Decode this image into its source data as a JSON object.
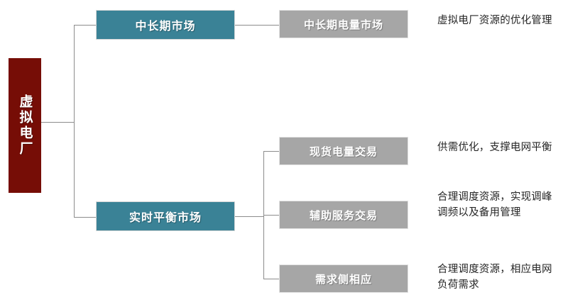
{
  "diagram": {
    "type": "hierarchy-tree",
    "colors": {
      "root": "#760D06",
      "level1": "#3A8296",
      "level2": "#A6A6A6",
      "connector": "#8C8C8C",
      "node_text": "#FFFFFF",
      "description_text": "#262626",
      "background": "#FFFFFF"
    },
    "root": {
      "label": "虚拟电厂",
      "orientation": "vertical"
    },
    "branches": [
      {
        "id": "mid-long-term",
        "label": "中长期市场",
        "children": [
          {
            "id": "mid-long-energy",
            "label": "中长期电量市场",
            "description": "虚拟电厂资源的优化管理"
          }
        ]
      },
      {
        "id": "realtime-balance",
        "label": "实时平衡市场",
        "children": [
          {
            "id": "spot-energy",
            "label": "现货电量交易",
            "description": "供需优化，支撑电网平衡"
          },
          {
            "id": "ancillary",
            "label": "辅助服务交易",
            "description": "合理调度资源，实现调峰调频以及备用管理"
          },
          {
            "id": "demand-response",
            "label": "需求侧相应",
            "description": "合理调度资源，相应电网负荷需求"
          }
        ]
      }
    ]
  }
}
